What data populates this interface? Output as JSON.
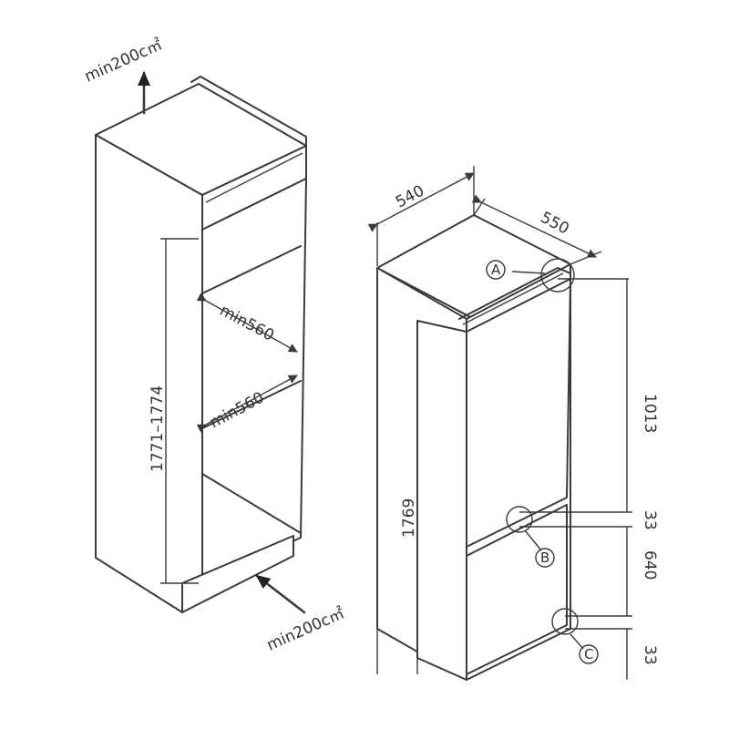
{
  "niche": {
    "vent_top": "min200c㎡",
    "vent_bottom": "min200c㎡",
    "depth_upper": "min560",
    "depth_lower": "min560",
    "height_range": "1771–1774"
  },
  "appliance": {
    "width": "540",
    "depth": "550",
    "total_height": "1769",
    "upper_height": "1013",
    "gap_mid": "33",
    "lower_height": "640",
    "gap_bottom": "33",
    "marker_a": "A",
    "marker_b": "B",
    "marker_c": "C"
  },
  "colors": {
    "line": "#3a3a3a",
    "text": "#333333",
    "background": "#ffffff"
  }
}
